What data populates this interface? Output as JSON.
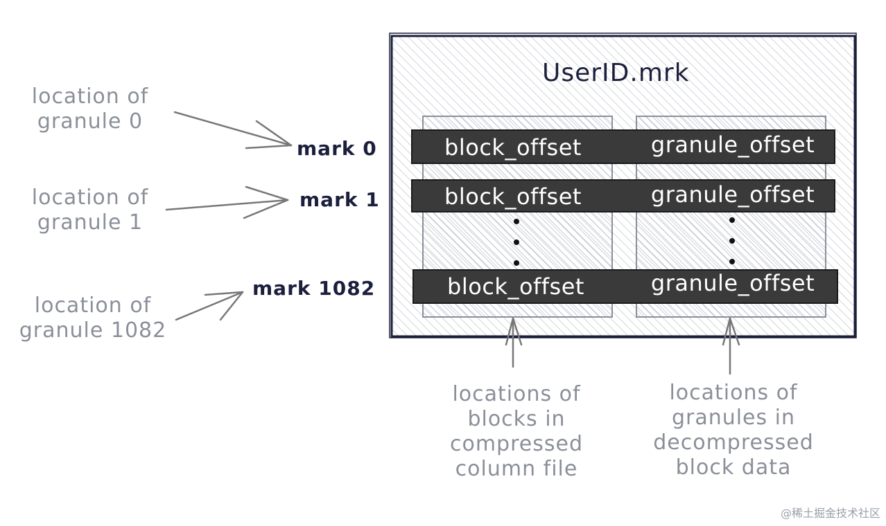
{
  "file_title": "UserID.mrk",
  "marks": [
    {
      "label": "mark 0",
      "granule_label_line1": "location of",
      "granule_label_line2": "granule 0"
    },
    {
      "label": "mark 1",
      "granule_label_line1": "location of",
      "granule_label_line2": "granule 1"
    },
    {
      "label": "mark 1082",
      "granule_label_line1": "location of",
      "granule_label_line2": "granule 1082"
    }
  ],
  "columns": {
    "block": {
      "cell_label": "block_offset",
      "caption": [
        "locations of",
        "blocks in",
        "compressed",
        "column file"
      ]
    },
    "granule": {
      "cell_label": "granule_offset",
      "caption": [
        "locations of",
        "granules in",
        "decompressed",
        "block data"
      ]
    }
  },
  "watermark": "@稀土掘金技术社区",
  "colors": {
    "ink": "#1b1f3b",
    "gray_text": "#8a8f98",
    "row_fill": "#3a3a3a",
    "hatch": "#c8ccd4"
  }
}
